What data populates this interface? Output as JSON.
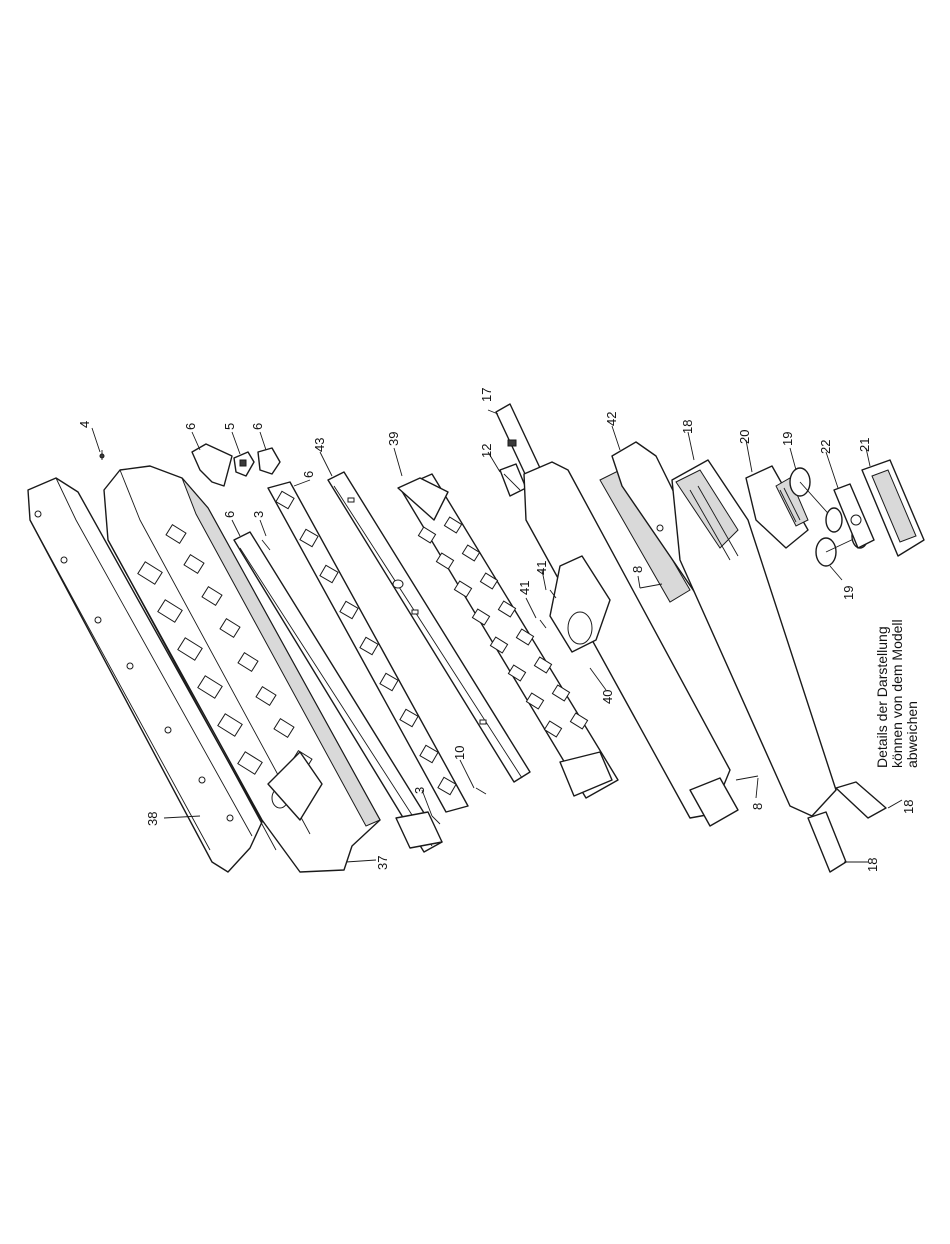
{
  "diagram": {
    "callouts": {
      "c4": "4",
      "c6a": "6",
      "c5": "5",
      "c6b": "6",
      "c6c": "6",
      "c3a": "3",
      "c6d": "6",
      "c43": "43",
      "c39": "39",
      "c17": "17",
      "c12": "12",
      "c42": "42",
      "c18a": "18",
      "c20": "20",
      "c19a": "19",
      "c22": "22",
      "c21": "21",
      "c41a": "41",
      "c41b": "41",
      "c8a": "8",
      "c19b": "19",
      "c40": "40",
      "c10": "10",
      "c3b": "3",
      "c8b": "8",
      "c18b": "18",
      "c18c": "18",
      "c38": "38",
      "c37": "37"
    },
    "note": {
      "line1": "Details der Darstellung",
      "line2": "können von dem Modell",
      "line3": "abweichen"
    }
  }
}
